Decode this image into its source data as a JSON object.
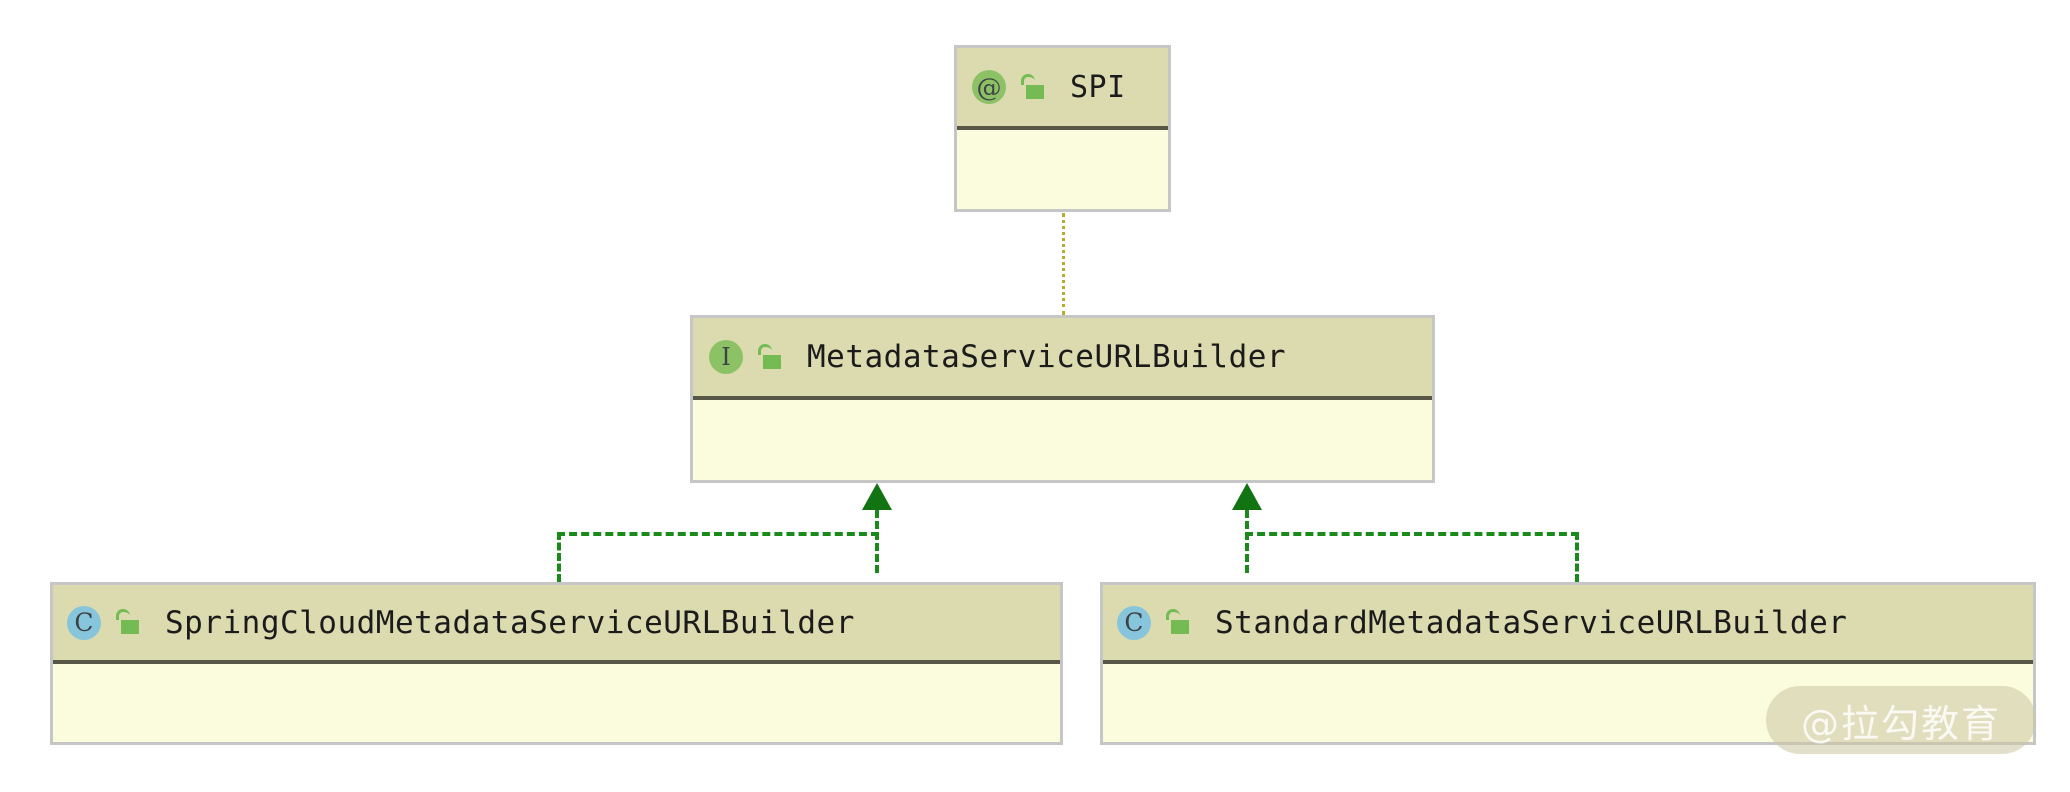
{
  "diagram": {
    "title": "MetadataServiceURLBuilder SPI class diagram",
    "background_color": "#ffffff",
    "node_header_color": "#dcdbb0",
    "node_body_color": "#fbfbdd",
    "node_border_color": "#c6c6c6",
    "divider_color": "#585647",
    "annotation_icon_color": "#8cc265",
    "interface_icon_color": "#8cc265",
    "class_icon_color": "#86c5dc",
    "lock_icon_color": "#74bb53",
    "realization_line_color": "#1a8a1a",
    "annotation_link_color": "#b5ad2c"
  },
  "nodes": [
    {
      "id": "spi",
      "name": "SPI",
      "stereotype": "annotation",
      "stereotype_glyph": "@",
      "icon_name": "annotation-icon",
      "visibility": "public",
      "visibility_icon": "unlocked-padlock-icon",
      "members": []
    },
    {
      "id": "metadata-service-url-builder",
      "name": "MetadataServiceURLBuilder",
      "stereotype": "interface",
      "stereotype_glyph": "I",
      "icon_name": "interface-icon",
      "visibility": "public",
      "visibility_icon": "unlocked-padlock-icon",
      "members": []
    },
    {
      "id": "spring-cloud-metadata-service-url-builder",
      "name": "SpringCloudMetadataServiceURLBuilder",
      "stereotype": "class",
      "stereotype_glyph": "C",
      "icon_name": "class-icon",
      "visibility": "public",
      "visibility_icon": "unlocked-padlock-icon",
      "members": []
    },
    {
      "id": "standard-metadata-service-url-builder",
      "name": "StandardMetadataServiceURLBuilder",
      "stereotype": "class",
      "stereotype_glyph": "C",
      "icon_name": "class-icon",
      "visibility": "public",
      "visibility_icon": "unlocked-padlock-icon",
      "members": []
    }
  ],
  "edges": [
    {
      "id": "spi-annotates-interface",
      "from": "spi",
      "to": "metadata-service-url-builder",
      "style": "dotted",
      "arrow": "none",
      "color": "#b5ad2c"
    },
    {
      "id": "spring-cloud-implements-interface",
      "from": "spring-cloud-metadata-service-url-builder",
      "to": "metadata-service-url-builder",
      "style": "dashed",
      "arrow": "hollow-triangle-filled",
      "color": "#1a8a1a"
    },
    {
      "id": "standard-implements-interface",
      "from": "standard-metadata-service-url-builder",
      "to": "metadata-service-url-builder",
      "style": "dashed",
      "arrow": "hollow-triangle-filled",
      "color": "#1a8a1a"
    }
  ],
  "watermark": {
    "text": "@拉勾教育"
  }
}
